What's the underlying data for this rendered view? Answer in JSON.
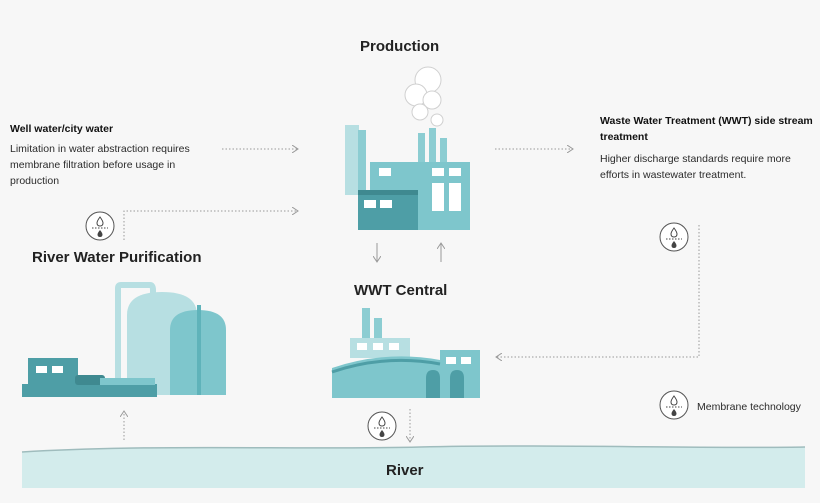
{
  "production": {
    "title": "Production"
  },
  "well_water": {
    "heading": "Well water/city water",
    "body": "Limitation in water abstraction requires membrane filtration before usage in production"
  },
  "wwt_side": {
    "heading": "Waste Water Treatment (WWT) side stream treatment",
    "body": "Higher discharge standards require more efforts in wastewater treatment."
  },
  "river_purification": {
    "title": "River Water Purification"
  },
  "wwt_central": {
    "title": "WWT Central"
  },
  "river": {
    "title": "River"
  },
  "legend": {
    "membrane_label": "Membrane technology",
    "icon": "membrane-drop-icon"
  },
  "colors": {
    "building": "#7ec6cc",
    "building_dark": "#4e9ea6",
    "building_light": "#b7dfe2",
    "water": "#d3ecec",
    "arrow": "#9a9a9a"
  }
}
